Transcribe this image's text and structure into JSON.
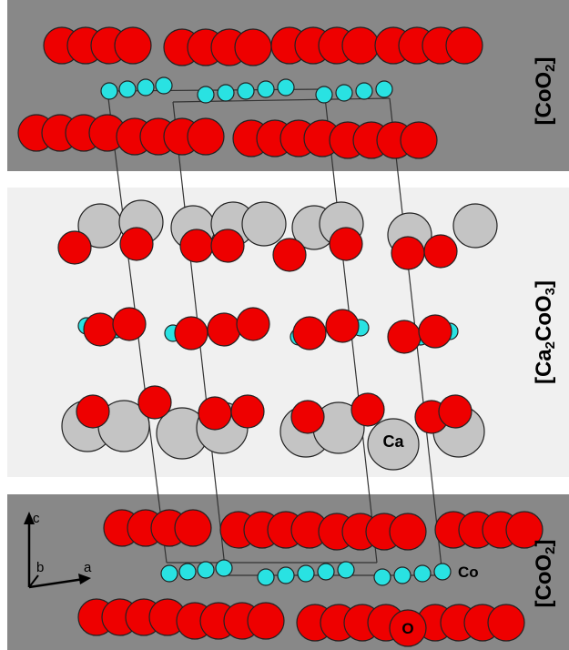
{
  "layers": {
    "top": "[CoO2]",
    "middle": "[Ca2CoO3]",
    "bottom": "[CoO2]"
  },
  "atom_labels": {
    "ca": "Ca",
    "co": "Co",
    "o": "O"
  },
  "axes": {
    "c": "c",
    "b": "b",
    "a": "a"
  },
  "colors": {
    "oxygen": "#ee0000",
    "cobalt": "#29e2e2",
    "calcium": "#c4c4c4",
    "conduction_layer": "#888888",
    "insulating_layer": "#f0f0f0"
  }
}
